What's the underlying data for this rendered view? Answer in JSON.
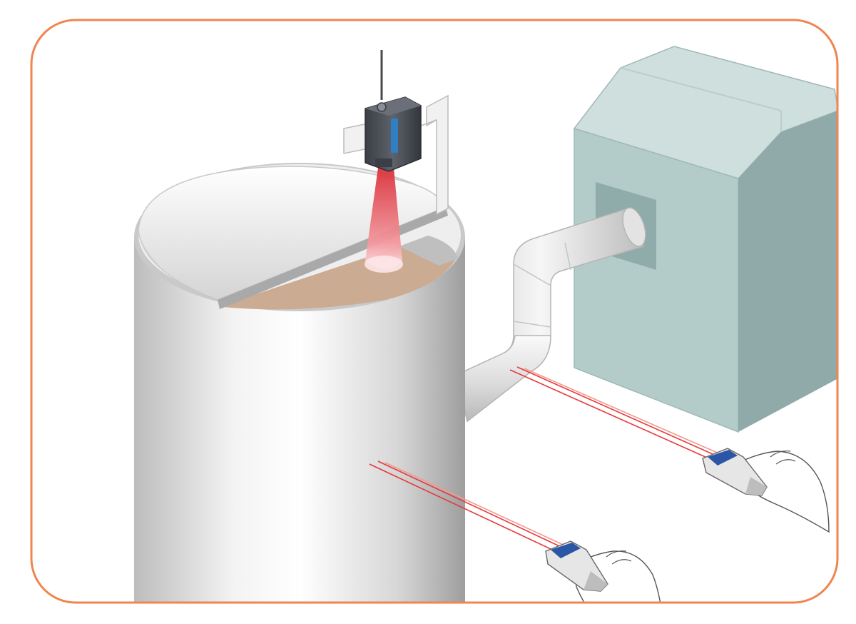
{
  "scene": {
    "elements": [
      "storage-tank",
      "overhead-level-sensor",
      "sensor-mounting-bracket",
      "measurement-beam",
      "bulk-material",
      "transfer-pipe",
      "processing-machine",
      "handheld-sensor-tank",
      "handheld-sensor-machine"
    ]
  },
  "colors": {
    "frame": "#ef8550",
    "laser": "#e8383a",
    "sensor_body": "#4a4d55",
    "sensor_window": "#2f7fc4",
    "handheld_accent": "#2b55a5",
    "material": "#ccab93",
    "machine_front": "#b3cbc9",
    "machine_side": "#8faaa8",
    "machine_top": "#cfdfdd",
    "tank_shade": "#bdbdbd"
  }
}
